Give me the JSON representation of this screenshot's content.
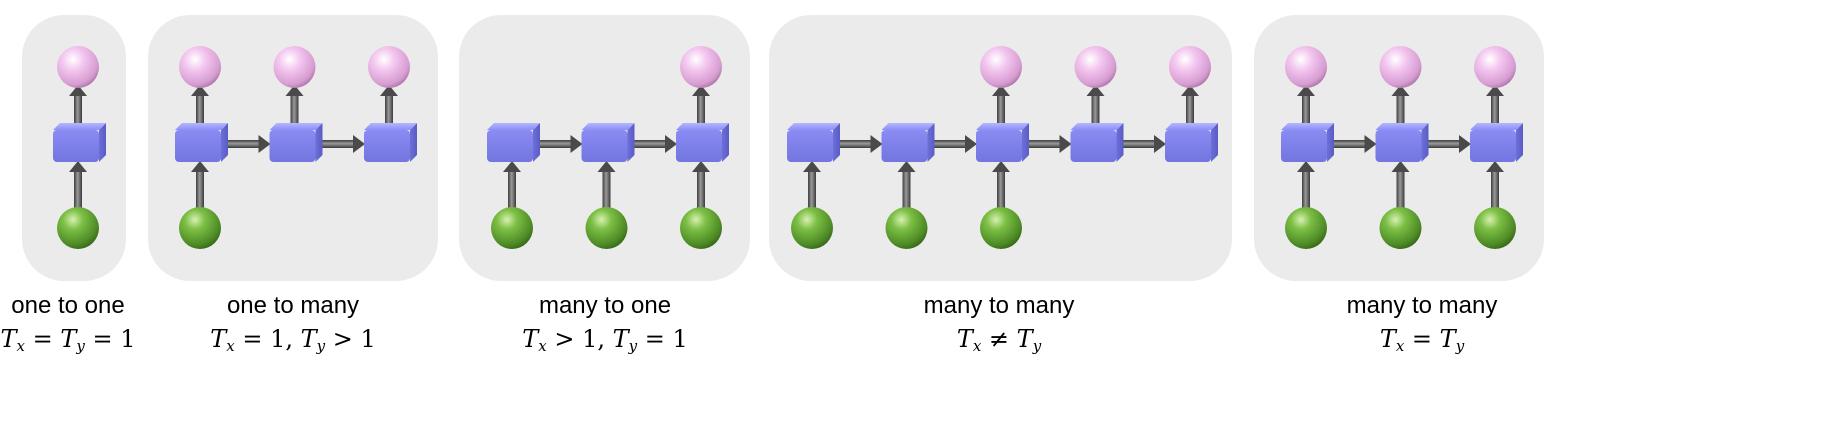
{
  "colors": {
    "panel": "#ebebeb",
    "rnn_cell": "#8a8cf3",
    "input_node": "#5e9f2f",
    "output_node": "#f3c6ef",
    "arrow": "#555555"
  },
  "panels": [
    {
      "title": "one to one",
      "formula": [
        "T",
        "x",
        " = ",
        "T",
        "y",
        " = 1"
      ],
      "cells": 1,
      "inputs": [
        0
      ],
      "outputs": [
        0
      ]
    },
    {
      "title": "one to many",
      "formula": [
        "T",
        "x",
        " = 1, ",
        "T",
        "y",
        " > 1"
      ],
      "cells": 3,
      "inputs": [
        0
      ],
      "outputs": [
        0,
        1,
        2
      ]
    },
    {
      "title": "many to one",
      "formula": [
        "T",
        "x",
        " > 1, ",
        "T",
        "y",
        " = 1"
      ],
      "cells": 3,
      "inputs": [
        0,
        1,
        2
      ],
      "outputs": [
        2
      ]
    },
    {
      "title": "many to many",
      "formula": [
        "T",
        "x",
        " ≠ ",
        "T",
        "y",
        ""
      ],
      "cells": 5,
      "inputs": [
        0,
        1,
        2
      ],
      "outputs": [
        2,
        3,
        4
      ]
    },
    {
      "title": "many to many",
      "formula": [
        "T",
        "x",
        " = ",
        "T",
        "y",
        ""
      ],
      "cells": 3,
      "inputs": [
        0,
        1,
        2
      ],
      "outputs": [
        0,
        1,
        2
      ]
    }
  ]
}
